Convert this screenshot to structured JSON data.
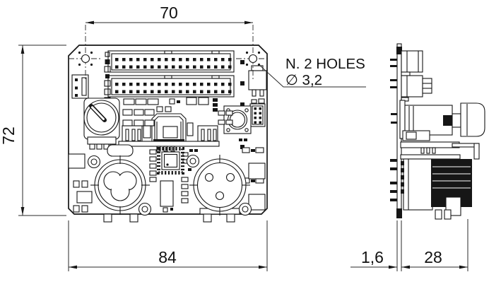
{
  "drawing": {
    "dimensions": {
      "hole_spacing": "70",
      "board_height": "72",
      "board_width": "84",
      "pcb_thickness": "1,6",
      "depth": "28"
    },
    "annotation": {
      "line1": "N. 2 HOLES",
      "line2": "∅ 3,2"
    },
    "colors": {
      "line": "#161616",
      "background": "#ffffff"
    }
  }
}
